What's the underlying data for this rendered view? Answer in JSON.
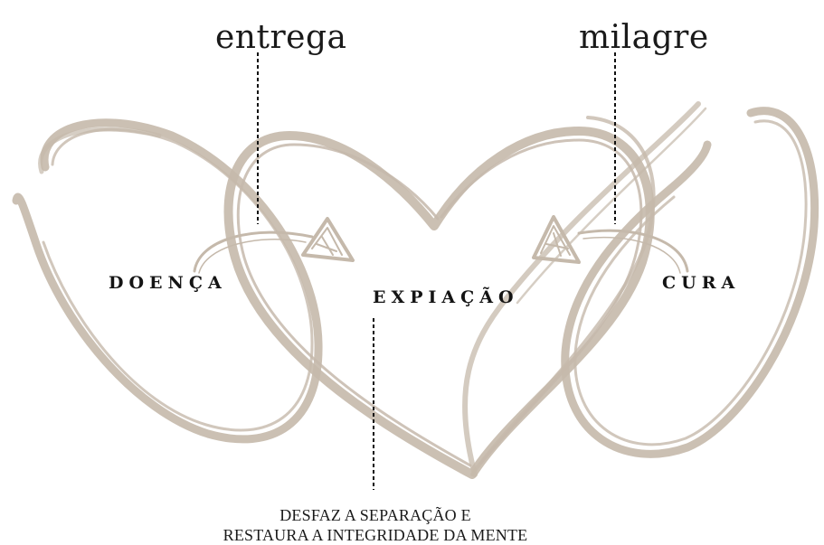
{
  "labels": {
    "top_left": "entrega",
    "top_right": "milagre",
    "left": "DOENÇA",
    "center": "EXPIAÇÃO",
    "right": "CURA",
    "caption_line1": "DESFAZ A SEPARAÇÃO E",
    "caption_line2": "RESTAURA A INTEGRIDADE DA MENTE"
  },
  "colors": {
    "stroke": "#c5b9ab",
    "text": "#1a1a1a",
    "leader": "#111111"
  }
}
